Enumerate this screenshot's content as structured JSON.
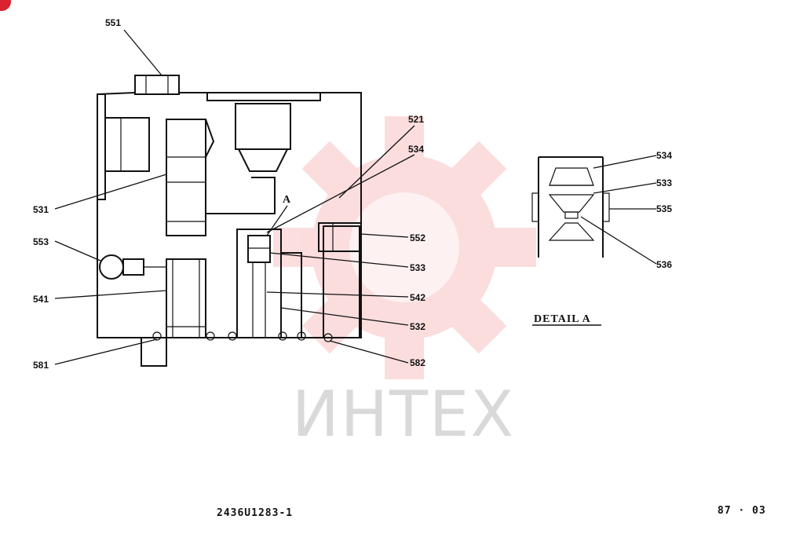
{
  "diagram": {
    "labels": {
      "p551": "551",
      "p521": "521",
      "p534": "534",
      "p531": "531",
      "a": "A",
      "p553": "553",
      "p552": "552",
      "p533": "533",
      "p541": "541",
      "p542": "542",
      "p532": "532",
      "p581": "581",
      "p582": "582",
      "d534": "534",
      "d533": "533",
      "d535": "535",
      "d536": "536"
    },
    "detail_caption": "DETAIL A",
    "drawing_number": "2436U1283-1",
    "page_ref": "87 · 03"
  },
  "watermark": {
    "text": "ИНТЕХ",
    "color": "#e8141b"
  },
  "colors": {
    "line": "#111111",
    "background": "#ffffff",
    "corner_badge": "#d9232f"
  }
}
